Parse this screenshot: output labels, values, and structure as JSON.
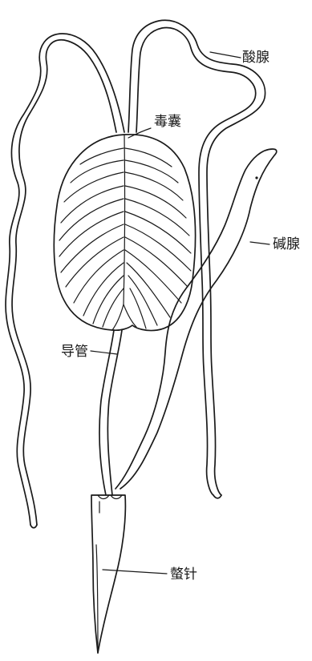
{
  "labels": {
    "acid_gland": "酸腺",
    "venom_sac": "毒囊",
    "alkaline_gland": "碱腺",
    "duct": "导管",
    "sting": "螫针"
  }
}
